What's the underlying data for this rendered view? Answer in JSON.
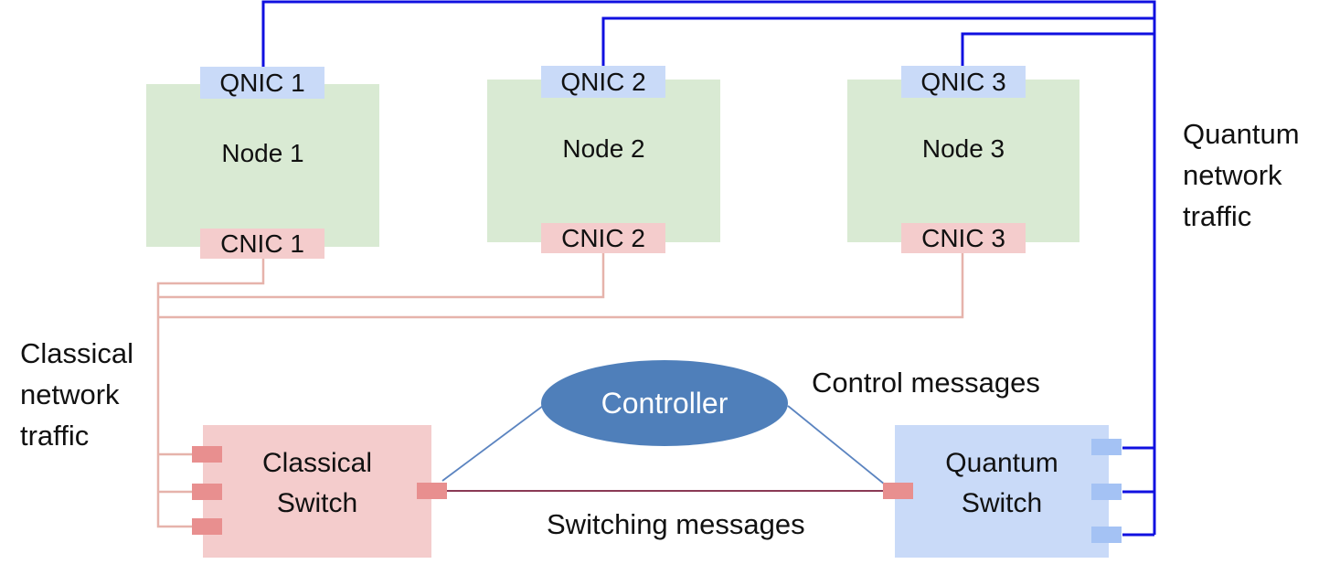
{
  "colors": {
    "quantum_link": "#1010e0",
    "classical_link": "#e6b3ab",
    "controller_link": "#5b84c0",
    "switching_link": "#8a3a55",
    "node_fill": "#d9ead3",
    "qnic_fill": "#c9daf8",
    "cnic_fill": "#f4cccc",
    "classical_switch_fill": "#f4cccc",
    "quantum_switch_fill": "#c9daf8",
    "classical_port_fill": "#e88f8f",
    "quantum_port_fill": "#a4c2f4",
    "controller_fill": "#4f7fba"
  },
  "nodes": [
    {
      "label": "Node 1",
      "qnic": "QNIC 1",
      "cnic": "CNIC 1"
    },
    {
      "label": "Node 2",
      "qnic": "QNIC 2",
      "cnic": "CNIC 2"
    },
    {
      "label": "Node 3",
      "qnic": "QNIC 3",
      "cnic": "CNIC 3"
    }
  ],
  "controller": {
    "label": "Controller"
  },
  "classical_switch": {
    "line1": "Classical",
    "line2": "Switch"
  },
  "quantum_switch": {
    "line1": "Quantum",
    "line2": "Switch"
  },
  "labels": {
    "classical_traffic": [
      "Classical",
      "network",
      "traffic"
    ],
    "quantum_traffic": [
      "Quantum",
      "network",
      "traffic"
    ],
    "control_messages": "Control messages",
    "switching_messages": "Switching messages"
  }
}
